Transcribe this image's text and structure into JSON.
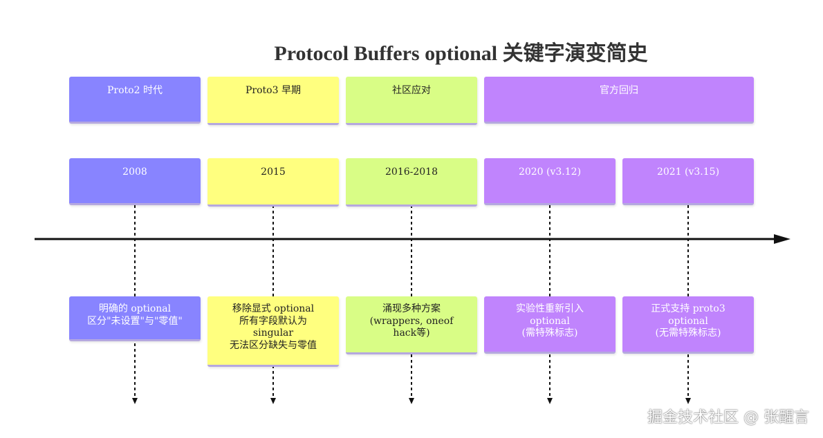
{
  "title": "Protocol Buffers optional 关键字演变简史",
  "phases": [
    {
      "label": "Proto2 时代",
      "color": "purple"
    },
    {
      "label": "Proto3 早期",
      "color": "yellow"
    },
    {
      "label": "社区应对",
      "color": "green"
    },
    {
      "label": "官方回归",
      "color": "violet"
    }
  ],
  "periods": [
    {
      "label": "2008",
      "color": "purple"
    },
    {
      "label": "2015",
      "color": "yellow"
    },
    {
      "label": "2016-2018",
      "color": "green"
    },
    {
      "label": "2020 (v3.12)",
      "color": "violet"
    },
    {
      "label": "2021 (v3.15)",
      "color": "violet"
    }
  ],
  "events": [
    {
      "lines": [
        "明确的 optional",
        "区分\"未设置\"与\"零值\""
      ],
      "color": "purple"
    },
    {
      "lines": [
        "移除显式 optional",
        "所有字段默认为",
        "singular",
        "无法区分缺失与零值"
      ],
      "color": "yellow"
    },
    {
      "lines": [
        "涌现多种方案",
        "(wrappers, oneof",
        "hack等)"
      ],
      "color": "green"
    },
    {
      "lines": [
        "实验性重新引入",
        "optional",
        "(需特殊标志)"
      ],
      "color": "violet"
    },
    {
      "lines": [
        "正式支持 proto3",
        "optional",
        "(无需特殊标志)"
      ],
      "color": "violet"
    }
  ],
  "watermark": "掘金技术社区 @ 张醒言"
}
